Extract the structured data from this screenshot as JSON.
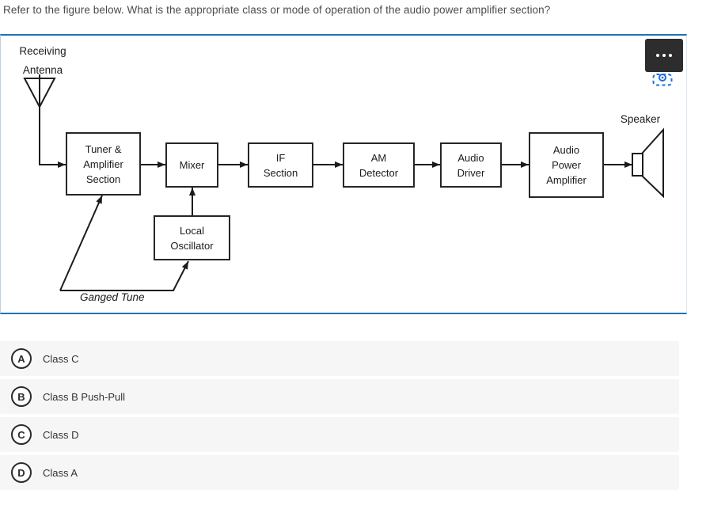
{
  "question": {
    "text": "Refer to the figure below. What is the appropriate class or mode of operation of the audio power amplifier section?"
  },
  "figure": {
    "icons": {
      "menu": "more-options-ellipsis",
      "capture": "screen-capture-region"
    },
    "labels": {
      "antenna_line1": "Receiving",
      "antenna_line2": "Antenna",
      "speaker": "Speaker",
      "ganged_tune": "Ganged Tune"
    },
    "blocks": {
      "tuner": {
        "lines": [
          "Tuner &",
          "Amplifier",
          "Section"
        ]
      },
      "mixer": {
        "lines": [
          "Mixer"
        ]
      },
      "if_section": {
        "lines": [
          "IF",
          "Section"
        ]
      },
      "am_detector": {
        "lines": [
          "AM",
          "Detector"
        ]
      },
      "audio_driver": {
        "lines": [
          "Audio",
          "Driver"
        ]
      },
      "audio_power_amplifier": {
        "lines": [
          "Audio",
          "Power",
          "Amplifier"
        ]
      },
      "local_oscillator": {
        "lines": [
          "Local",
          "Oscillator"
        ]
      }
    }
  },
  "options": [
    {
      "letter": "A",
      "label": "Class C"
    },
    {
      "letter": "B",
      "label": "Class B Push-Pull"
    },
    {
      "letter": "C",
      "label": "Class D"
    },
    {
      "letter": "D",
      "label": "Class A"
    }
  ],
  "colors": {
    "panel_border_blue": "#2173b4",
    "accent_blue": "#1e6fd9",
    "menu_button_bg": "#2d2d2d",
    "option_row_bg": "#f6f6f6",
    "diagram_line": "#1c1c1c"
  }
}
